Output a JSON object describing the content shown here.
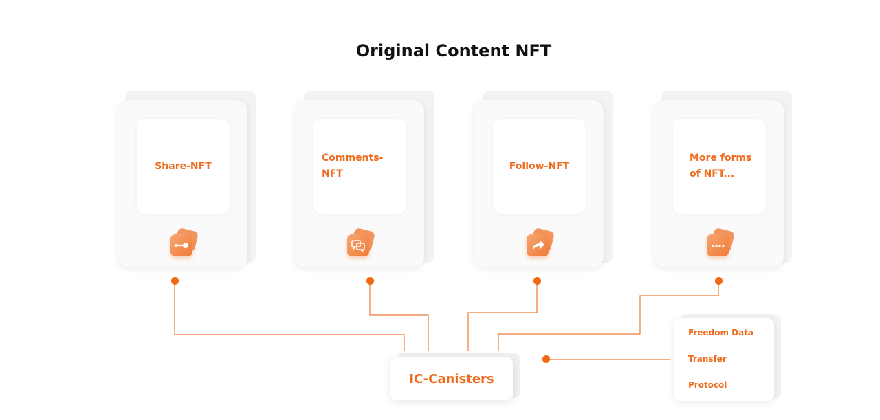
{
  "title": "Original Content NFT",
  "accent_color": "#ef6c1e",
  "cards": [
    {
      "label": "Share-NFT",
      "icon": "share-icon"
    },
    {
      "label": "Comments-NFT",
      "icon": "comments-icon"
    },
    {
      "label": "Follow-NFT",
      "icon": "follow-icon"
    },
    {
      "label": "More forms of NFT...",
      "icon": "more-icon"
    }
  ],
  "hub": {
    "label": "IC-Canisters"
  },
  "protocol": {
    "lines": [
      "Freedom Data",
      "Transfer",
      "Protocol"
    ]
  }
}
